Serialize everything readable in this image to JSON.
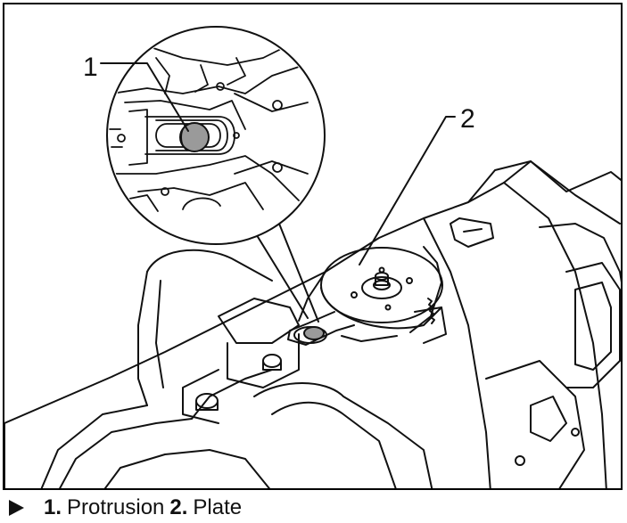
{
  "callouts": [
    {
      "number": "1"
    },
    {
      "number": "2"
    }
  ],
  "caption": {
    "items": [
      {
        "number": "1.",
        "label": "Protrusion"
      },
      {
        "number": "2.",
        "label": "Plate"
      }
    ]
  },
  "colors": {
    "line": "#111111",
    "protrusion_fill": "#9a9a9a",
    "background": "#ffffff"
  }
}
